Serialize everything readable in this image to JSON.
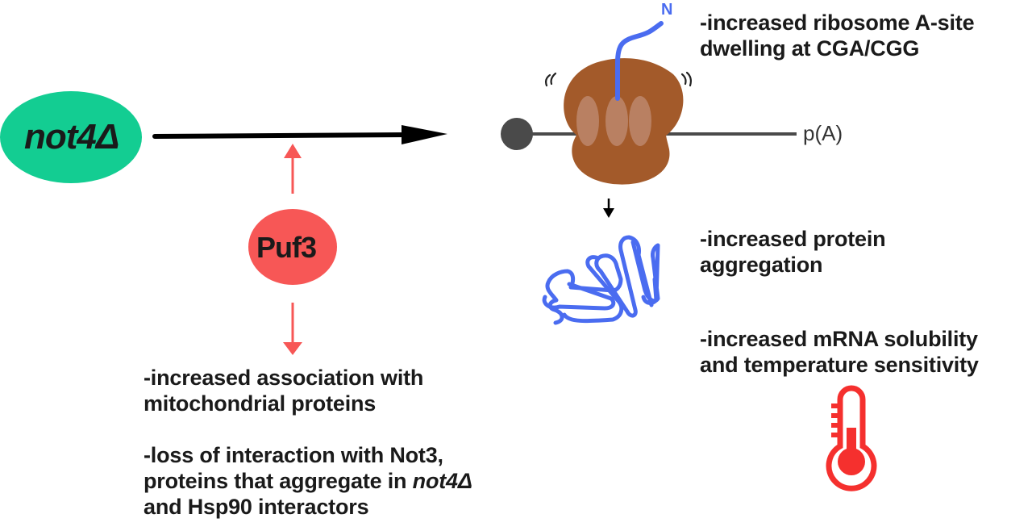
{
  "nodes": {
    "not4": {
      "label": "not4Δ",
      "color": "#13cd92"
    },
    "puf3": {
      "label": "Puf3",
      "color": "#f75756"
    }
  },
  "ribosome": {
    "color": "#a35a2a",
    "site_color": "#b98062",
    "peptide_color": "#4a6cf0",
    "peptide_label": "N",
    "mrna_label": "p(A)",
    "cap_color": "#4a4a4a"
  },
  "effects": {
    "ribosome": {
      "line1": "-increased ribosome A-site",
      "line2": "dwelling at CGA/CGG"
    },
    "aggregation": {
      "line1": "-increased protein",
      "line2": "aggregation"
    },
    "mrna": {
      "line1": "-increased mRNA solubility",
      "line2": "and temperature sensitivity"
    },
    "mito": {
      "line1": "-increased association with",
      "line2": "mitochondrial proteins"
    },
    "loss": {
      "line1": "-loss of interaction with Not3,",
      "line2_pre": "proteins that aggregate in ",
      "line2_italic": "not4Δ",
      "line3": "and Hsp90 interactors"
    }
  },
  "colors": {
    "arrow_main": "#000000",
    "arrow_puf3": "#f75756",
    "thermometer": "#f5302e"
  }
}
